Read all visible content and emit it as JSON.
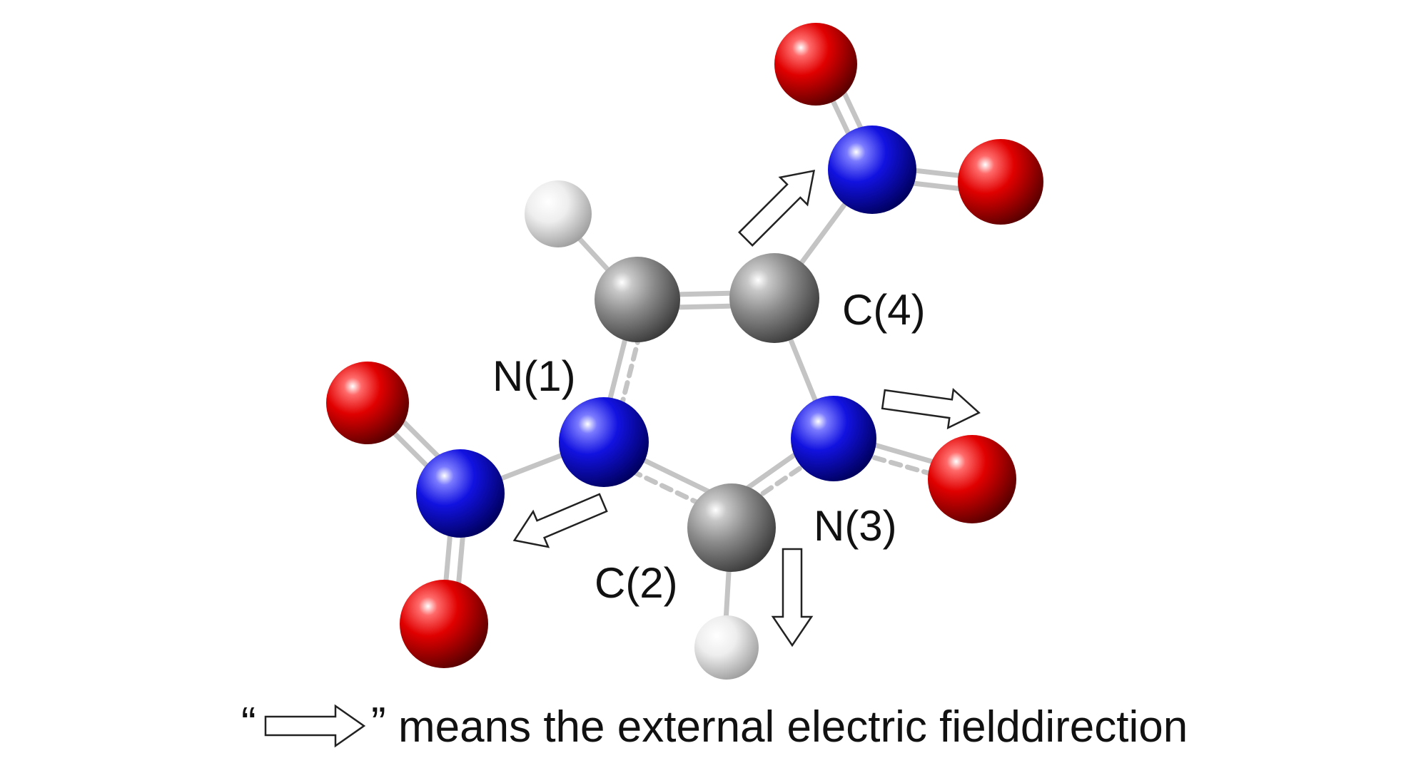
{
  "labels": {
    "n1": "N(1)",
    "c2": "C(2)",
    "n3": "N(3)",
    "c4": "C(4)"
  },
  "caption": {
    "open_quote": "“",
    "close_quote": "”",
    "text": "means the external electric fielddirection"
  },
  "colors": {
    "oxygen": "#e00000",
    "nitrogen": "#1010e0",
    "carbon": "#8a8a8a",
    "hydrogen": "#e8e8e8",
    "bond": "#c8c8c8"
  },
  "icons": [
    "field-arrow-icon"
  ]
}
